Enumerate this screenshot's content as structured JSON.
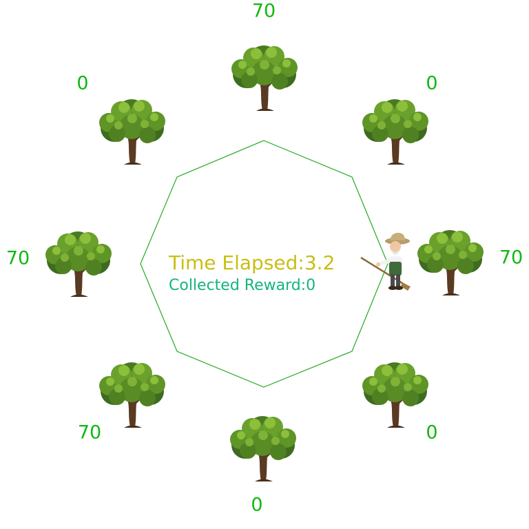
{
  "hud": {
    "time_label": "Time Elapsed:",
    "time_value": "3.2",
    "reward_label": "Collected Reward:",
    "reward_value": "0"
  },
  "trees": [
    {
      "id": "top",
      "reward": "70"
    },
    {
      "id": "top-right",
      "reward": "0"
    },
    {
      "id": "right",
      "reward": "70"
    },
    {
      "id": "bottom-right",
      "reward": "0"
    },
    {
      "id": "bottom",
      "reward": "0"
    },
    {
      "id": "bottom-left",
      "reward": "70"
    },
    {
      "id": "left",
      "reward": "70"
    },
    {
      "id": "top-left",
      "reward": "0"
    }
  ],
  "colors": {
    "reward_text": "#11b811",
    "time_text": "#c8be14",
    "collected_text": "#14b47a",
    "octagon_stroke": "#22aa22",
    "foliage_dark": "#3e6b1f",
    "foliage_mid": "#5f9427",
    "foliage_light": "#8cbf3a",
    "trunk": "#5a3a22"
  },
  "icons": {
    "tree": "tree-icon",
    "agent": "farmer-agent-icon"
  }
}
